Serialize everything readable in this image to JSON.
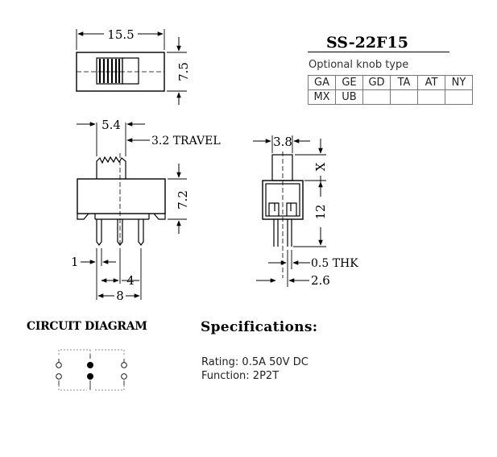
{
  "model": "SS-22F15",
  "knob": {
    "title": "Optional knob type",
    "rows": [
      [
        "GA",
        "GE",
        "GD",
        "TA",
        "AT",
        "NY"
      ],
      [
        "MX",
        "UB",
        "",
        "",
        "",
        ""
      ]
    ]
  },
  "dimensions": {
    "top_width": "15.5",
    "top_height": "7.5",
    "knob_width": "5.4",
    "travel": "3.2 TRAVEL",
    "body_height": "7.2",
    "pin_width": "1",
    "pin_pitch": "4",
    "pin_span": "8",
    "side_knob_width": "3.8",
    "side_knob_height": "X",
    "side_height": "12",
    "pin_thickness": "0.5 THK",
    "side_pin_span": "2.6"
  },
  "circuit": {
    "title": "CIRCUIT DIAGRAM"
  },
  "specs": {
    "title": "Specifications:",
    "rating": "Rating: 0.5A 50V DC",
    "function": "Function: 2P2T"
  }
}
